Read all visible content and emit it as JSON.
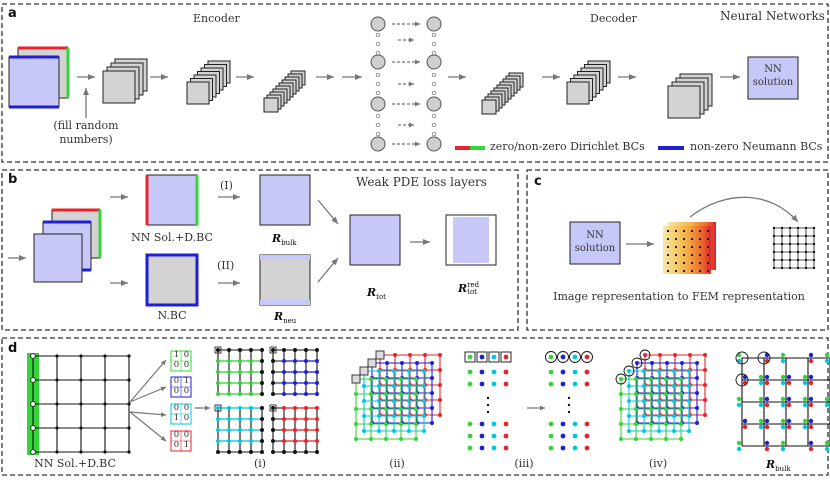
{
  "panels": {
    "a": {
      "letter": "a",
      "encoder": "Encoder",
      "decoder": "Decoder",
      "title": "Neural Networks",
      "fill_note_1": "(fill random",
      "fill_note_2": "numbers)",
      "nn_solution_1": "NN",
      "nn_solution_2": "solution",
      "legend_dirichlet": "zero/non-zero Dirichlet BCs",
      "legend_neumann": "non-zero Neumann BCs"
    },
    "b": {
      "letter": "b",
      "title": "Weak PDE loss layers",
      "nn_sol_dbc": "NN Sol.+D.BC",
      "nbc": "N.BC",
      "branch_1": "(I)",
      "branch_2": "(II)",
      "r_bulk_main": "R",
      "r_bulk_sub": "bulk",
      "r_neu_main": "R",
      "r_neu_sub": "neu",
      "r_tot_main": "R",
      "r_tot_sub": "tot",
      "r_red_main": "R",
      "r_red_sup": "red",
      "r_red_sub": "tot"
    },
    "c": {
      "letter": "c",
      "nn_solution_1": "NN",
      "nn_solution_2": "solution",
      "caption": "Image representation to FEM representation"
    },
    "d": {
      "letter": "d",
      "nn_sol_dbc": "NN Sol.+D.BC",
      "step_i": "(i)",
      "step_ii": "(ii)",
      "step_iii": "(iii)",
      "step_iv": "(iv)",
      "r_bulk_main": "R",
      "r_bulk_sub": "bulk",
      "kernels": [
        [
          "1",
          "0",
          "0",
          "0"
        ],
        [
          "0",
          "1",
          "0",
          "0"
        ],
        [
          "0",
          "0",
          "1",
          "0"
        ],
        [
          "0",
          "0",
          "0",
          "1"
        ]
      ]
    }
  },
  "colors": {
    "fill": "#c8c8f8",
    "gray": "#d3d3d3",
    "red": "#e8232a",
    "green": "#35d43a",
    "blue": "#1f1fd6",
    "cyan": "#00c8e0",
    "dash": "#333333"
  }
}
